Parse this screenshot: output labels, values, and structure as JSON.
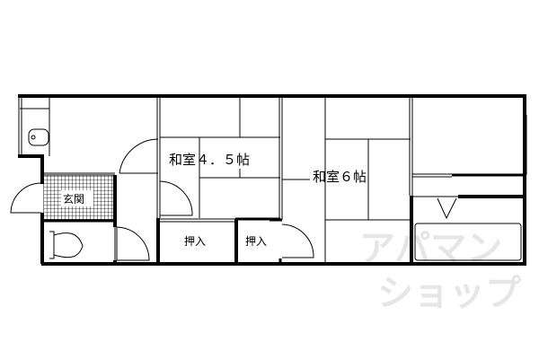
{
  "rooms": {
    "washitsu_45": "和室４．５帖",
    "washitsu_6": "和室６帖",
    "genkan": "玄関",
    "oshiire_1": "押入",
    "oshiire_2": "押入"
  },
  "watermark": {
    "line1": "アパマン",
    "line2": "ショップ"
  },
  "colors": {
    "wall": "#000000",
    "watermark": "#e6e6e6"
  }
}
